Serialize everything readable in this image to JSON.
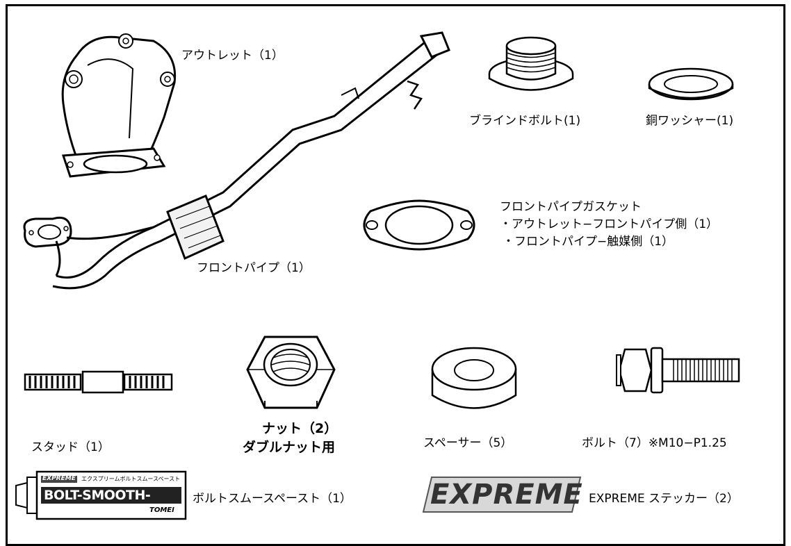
{
  "parts": {
    "outlet": "アウトレット（1）",
    "front_pipe": "フロントパイプ（1）",
    "blind_bolt": "ブラインドボルト(1)",
    "copper_washer": "銅ワッシャー(1)",
    "gasket_title": "フロントパイプガスケット",
    "gasket_line1": "・アウトレット−フロントパイプ側（1）",
    "gasket_line2": "・フロントパイプ−触媒側（1）",
    "stud": "スタッド（1）",
    "nut_line1": "ナット（2）",
    "nut_line2": "ダブルナット用",
    "spacer": "スペーサー（5）",
    "bolt": "ボルト（7）※M10−P1.25",
    "paste": "ボルトスムースペースト（1）",
    "sticker": "EXPREME ステッカー（2）"
  },
  "paste_tube": {
    "brand_small": "EXPREME",
    "jp_text": "エクスプリームボルトスムースペースト",
    "product_text": "BOLT-SMOOTH-PASTE",
    "maker": "TOMEI"
  },
  "logo_text": "EXPREME"
}
